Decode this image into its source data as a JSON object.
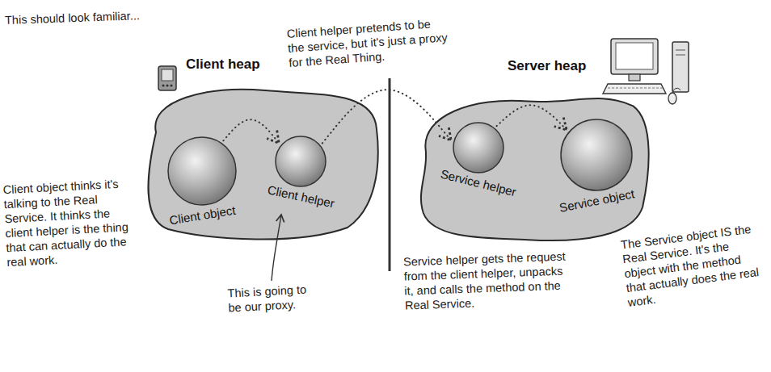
{
  "diagram": {
    "nodes": [
      {
        "text": [
          "Client heap"
        ]
      },
      {
        "text": [
          "Client object"
        ],
        "in": 0
      },
      {
        "text": [
          "Client helper"
        ],
        "in": 0
      },
      {
        "text": [
          "Server heap"
        ]
      },
      {
        "text": [
          "Service helper"
        ],
        "in": 3
      },
      {
        "text": [
          "Service object"
        ],
        "in": 3
      }
    ],
    "edges": [
      {
        "from": 1,
        "to": 2,
        "arrow": "to"
      },
      {
        "from": 2,
        "to": 4,
        "arrow": "to"
      },
      {
        "from": 4,
        "to": 5,
        "arrow": "to"
      }
    ],
    "labels": [
      "This should look familiar...",
      "Client helper pretends to be the service, but it's just a proxy for the Real Thing.",
      "Client object thinks it's talking to the Real Service. It thinks the client helper is the thing that can actually do the real work.",
      "This is going to be our proxy.",
      "Service helper gets the request from the client helper, unpacks it, and calls the method on the Real Service.",
      "The Service object IS the Real Service. It's the object with the method that actually does the real work."
    ]
  }
}
